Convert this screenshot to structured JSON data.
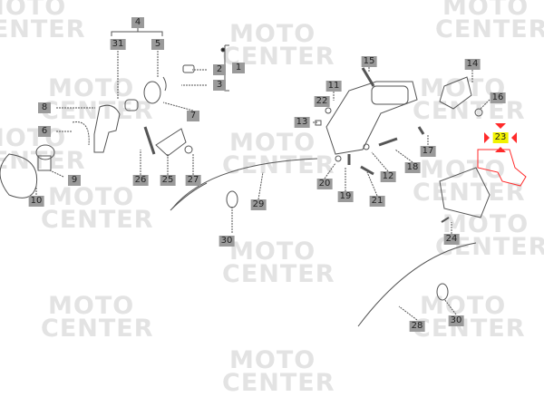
{
  "watermark": {
    "line1": "MOTO",
    "line2": "CENTER"
  },
  "colors": {
    "label_bg": "#9a9a9a",
    "highlight_bg": "#f2f200",
    "highlight_part": "#ff2a2a",
    "line": "#555555"
  },
  "parts": [
    {
      "id": "p1",
      "number": "1"
    },
    {
      "id": "p2",
      "number": "2"
    },
    {
      "id": "p3",
      "number": "3"
    },
    {
      "id": "p4",
      "number": "4"
    },
    {
      "id": "p5",
      "number": "5"
    },
    {
      "id": "p6",
      "number": "6"
    },
    {
      "id": "p7",
      "number": "7"
    },
    {
      "id": "p8",
      "number": "8"
    },
    {
      "id": "p9",
      "number": "9"
    },
    {
      "id": "p10",
      "number": "10"
    },
    {
      "id": "p11",
      "number": "11"
    },
    {
      "id": "p12",
      "number": "12"
    },
    {
      "id": "p13",
      "number": "13"
    },
    {
      "id": "p14",
      "number": "14"
    },
    {
      "id": "p15",
      "number": "15"
    },
    {
      "id": "p16",
      "number": "16"
    },
    {
      "id": "p17",
      "number": "17"
    },
    {
      "id": "p18",
      "number": "18"
    },
    {
      "id": "p19",
      "number": "19"
    },
    {
      "id": "p20",
      "number": "20"
    },
    {
      "id": "p21",
      "number": "21"
    },
    {
      "id": "p22",
      "number": "22"
    },
    {
      "id": "p23",
      "number": "23",
      "highlighted": true
    },
    {
      "id": "p24",
      "number": "24"
    },
    {
      "id": "p25",
      "number": "25"
    },
    {
      "id": "p26",
      "number": "26"
    },
    {
      "id": "p27",
      "number": "27"
    },
    {
      "id": "p28",
      "number": "28"
    },
    {
      "id": "p29",
      "number": "29"
    },
    {
      "id": "p30a",
      "number": "30"
    },
    {
      "id": "p30b",
      "number": "30"
    },
    {
      "id": "p31",
      "number": "31"
    }
  ]
}
